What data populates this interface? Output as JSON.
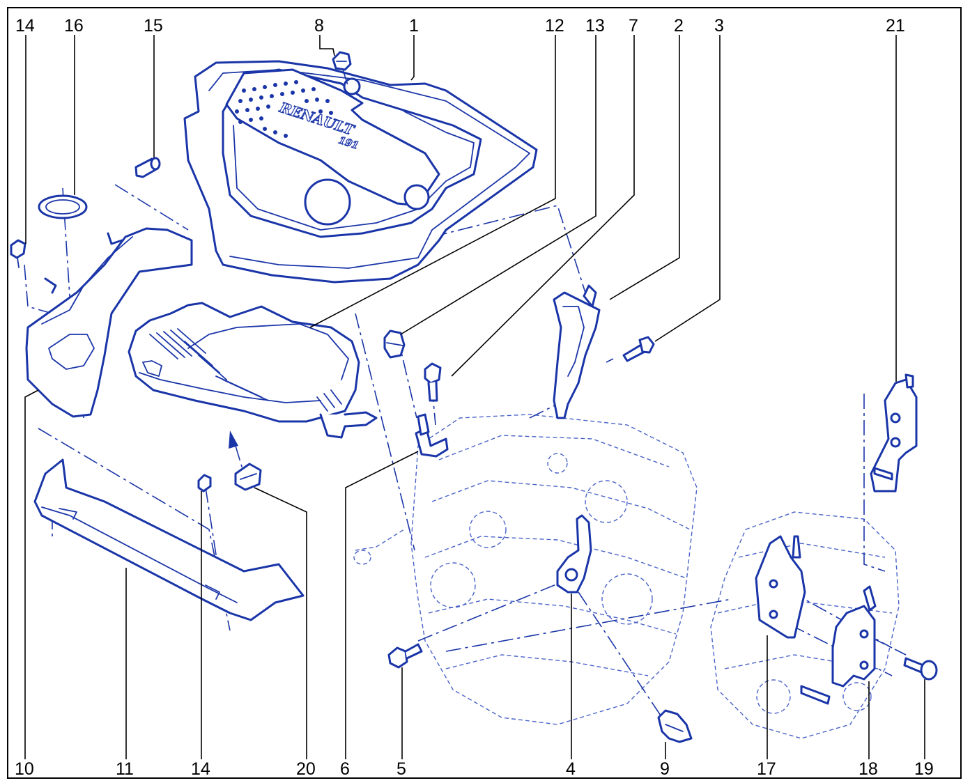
{
  "figure": {
    "logo_text": "RENAULT",
    "logo_subtext": "191",
    "colors": {
      "ink": "#1a35a8",
      "leader": "#000000",
      "border": "#000000"
    }
  },
  "callouts_top": [
    {
      "id": "c14a",
      "label": "14"
    },
    {
      "id": "c16",
      "label": "16"
    },
    {
      "id": "c15",
      "label": "15"
    },
    {
      "id": "c8",
      "label": "8"
    },
    {
      "id": "c1",
      "label": "1"
    },
    {
      "id": "c12",
      "label": "12"
    },
    {
      "id": "c13",
      "label": "13"
    },
    {
      "id": "c7",
      "label": "7"
    },
    {
      "id": "c2",
      "label": "2"
    },
    {
      "id": "c3",
      "label": "3"
    },
    {
      "id": "c21",
      "label": "21"
    }
  ],
  "callouts_bottom": [
    {
      "id": "c10",
      "label": "10"
    },
    {
      "id": "c11",
      "label": "11"
    },
    {
      "id": "c14b",
      "label": "14"
    },
    {
      "id": "c20",
      "label": "20"
    },
    {
      "id": "c6",
      "label": "6"
    },
    {
      "id": "c5",
      "label": "5"
    },
    {
      "id": "c4",
      "label": "4"
    },
    {
      "id": "c9",
      "label": "9"
    },
    {
      "id": "c17",
      "label": "17"
    },
    {
      "id": "c18",
      "label": "18"
    },
    {
      "id": "c19",
      "label": "19"
    }
  ]
}
